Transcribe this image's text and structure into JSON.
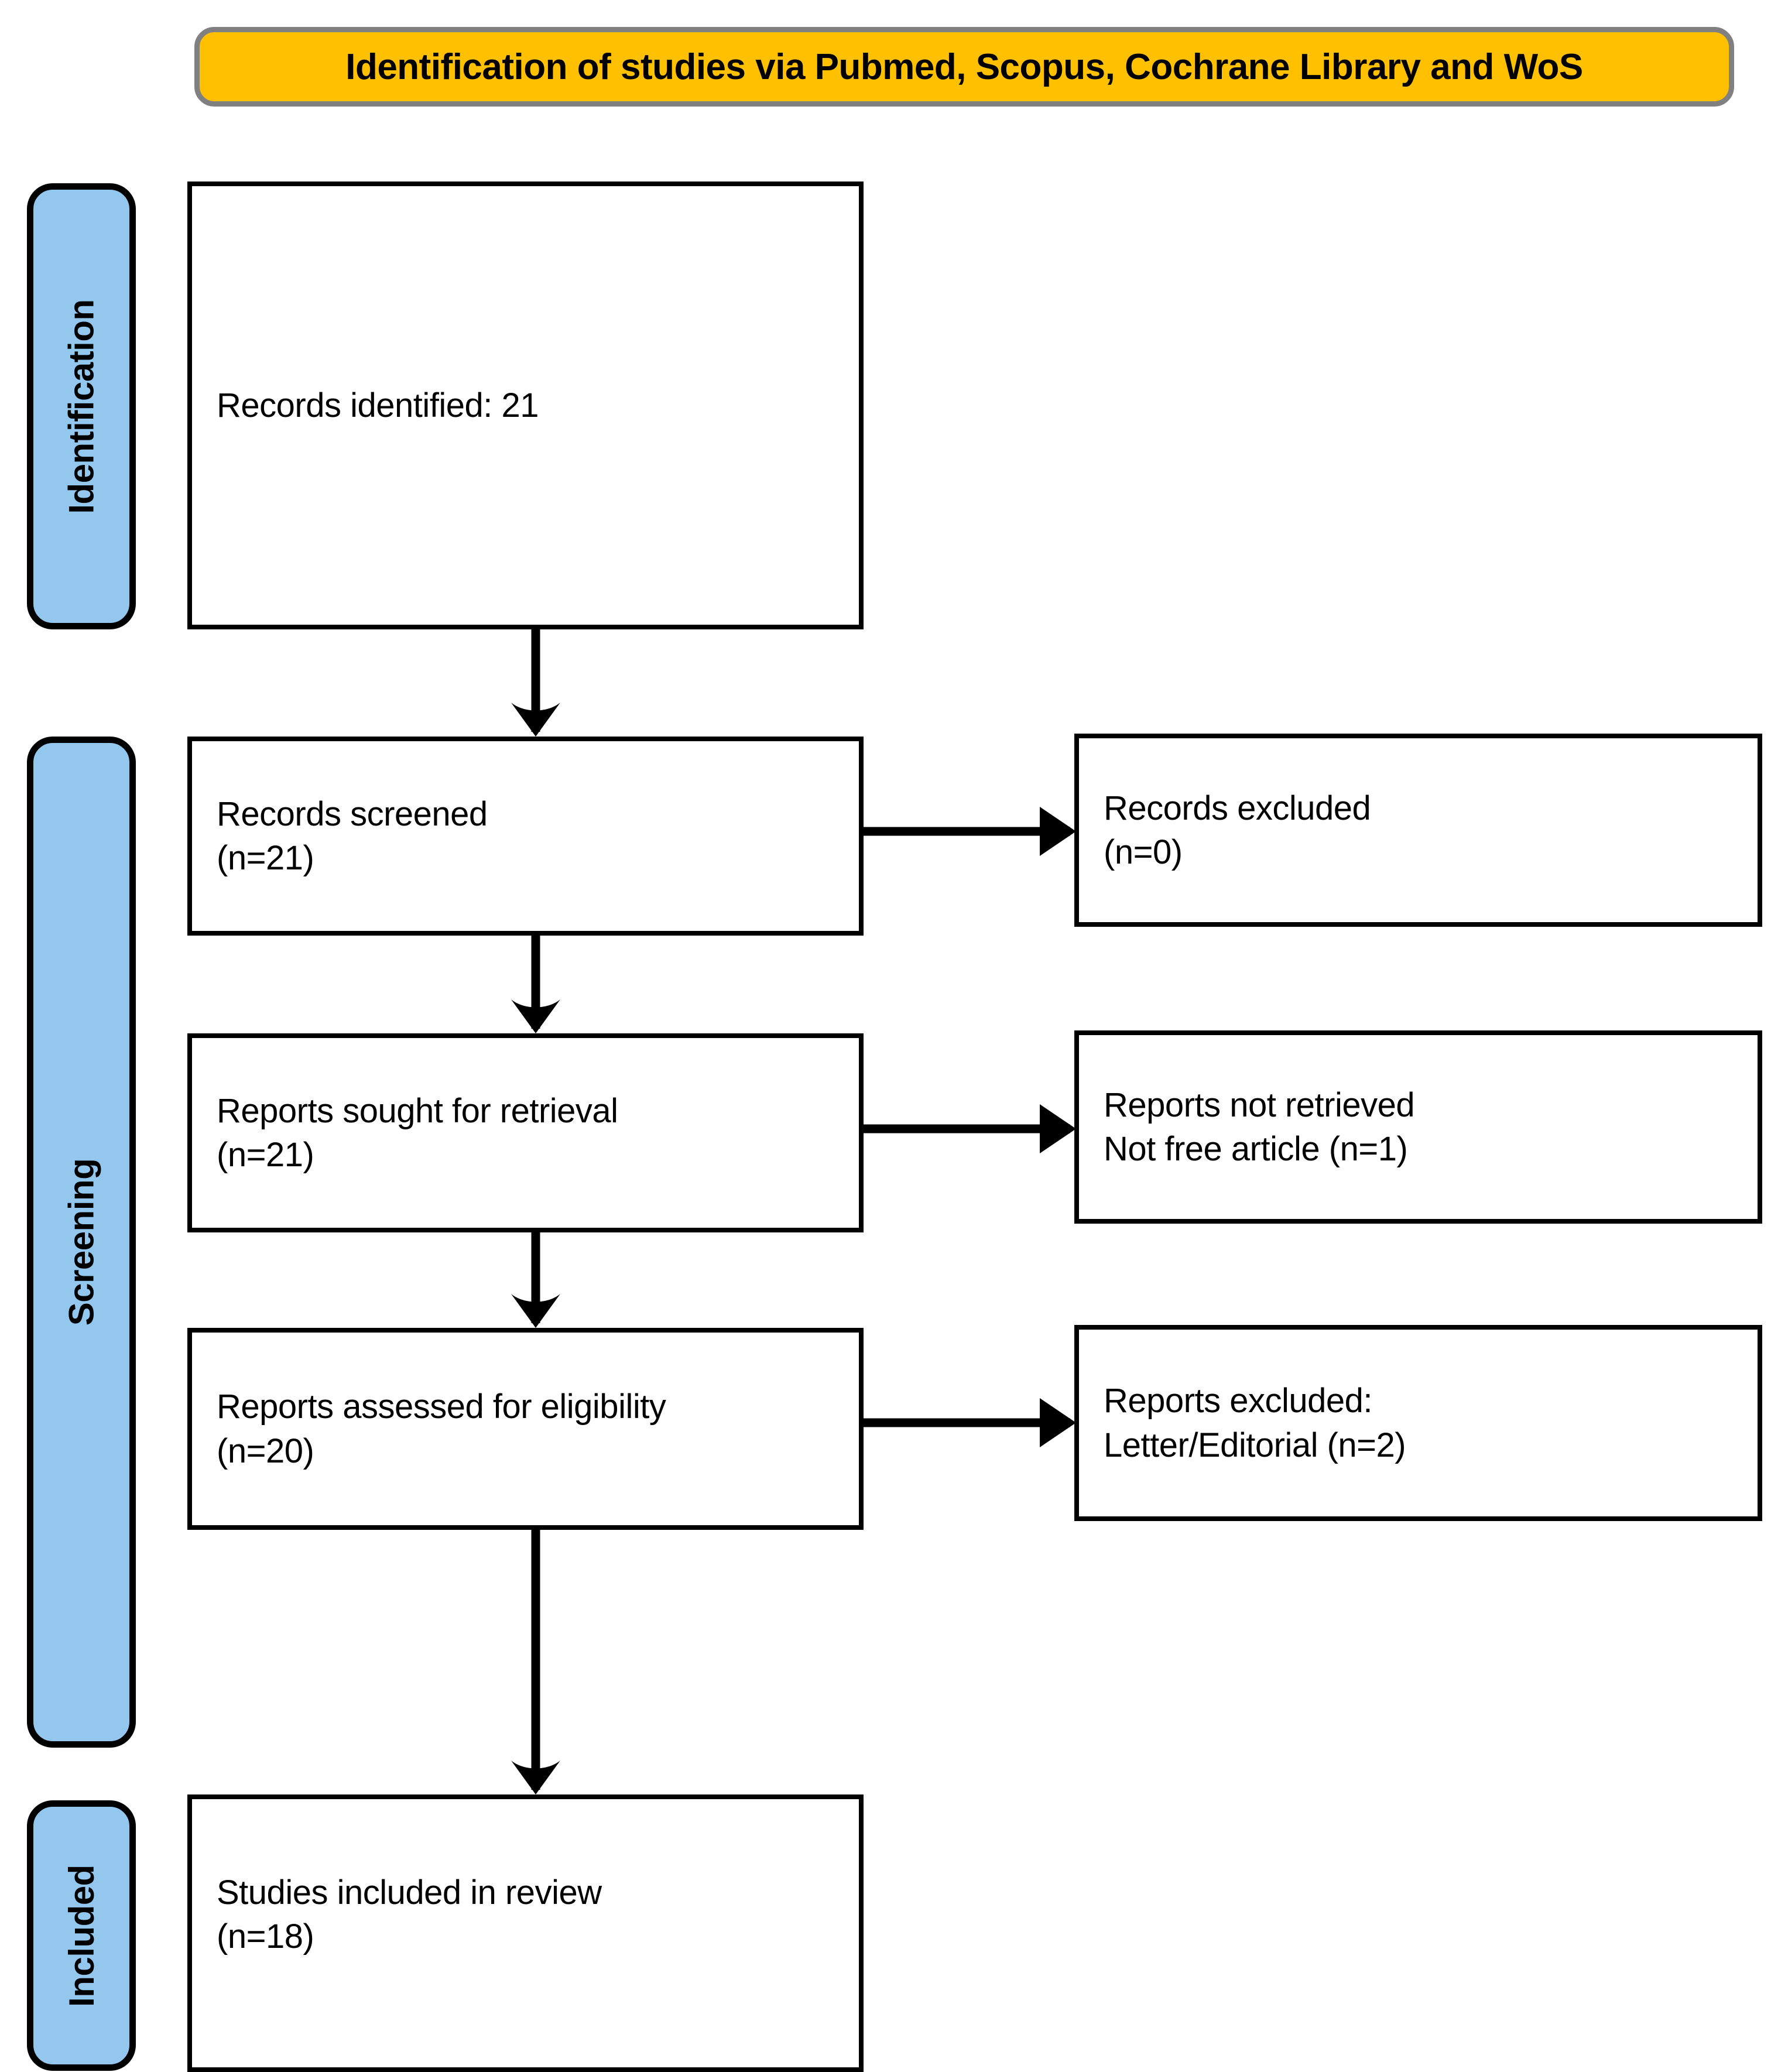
{
  "header": {
    "title": "Identification of studies via Pubmed, Scopus, Cochrane Library and WoS",
    "fill_color": "#FFC000",
    "border_color": "#808080"
  },
  "phases": [
    {
      "id": "identification",
      "label": "Identification",
      "fill_color": "#93C7EE"
    },
    {
      "id": "screening",
      "label": "Screening",
      "fill_color": "#93C7EE"
    },
    {
      "id": "included",
      "label": "Included",
      "fill_color": "#93C7EE"
    }
  ],
  "boxes": {
    "identified": {
      "line1": "Records identified: 21",
      "line2": ""
    },
    "screened": {
      "line1": "Records screened",
      "line2": "(n=21)"
    },
    "records_excluded": {
      "line1": "Records excluded",
      "line2": "(n=0)"
    },
    "sought": {
      "line1": "Reports sought for retrieval",
      "line2": "(n=21)"
    },
    "not_retrieved": {
      "line1": "Reports not retrieved",
      "line2": "Not free article (n=1)"
    },
    "assessed": {
      "line1": "Reports assessed for eligibility",
      "line2": "(n=20)"
    },
    "reports_excluded": {
      "line1": "Reports excluded:",
      "line2": "Letter/Editorial (n=2)"
    },
    "included": {
      "line1": "Studies included in review",
      "line2": "(n=18)"
    }
  },
  "flow": {
    "type": "prisma-flow",
    "identified_n": 21,
    "screened_n": 21,
    "records_excluded_n": 0,
    "sought_n": 21,
    "not_retrieved_n": 1,
    "assessed_n": 20,
    "reports_excluded_n": 2,
    "included_n": 18,
    "arrows": [
      {
        "from": "identified",
        "to": "screened",
        "direction": "down"
      },
      {
        "from": "screened",
        "to": "records_excluded",
        "direction": "right"
      },
      {
        "from": "screened",
        "to": "sought",
        "direction": "down"
      },
      {
        "from": "sought",
        "to": "not_retrieved",
        "direction": "right"
      },
      {
        "from": "sought",
        "to": "assessed",
        "direction": "down"
      },
      {
        "from": "assessed",
        "to": "reports_excluded",
        "direction": "right"
      },
      {
        "from": "assessed",
        "to": "included",
        "direction": "down"
      }
    ]
  }
}
